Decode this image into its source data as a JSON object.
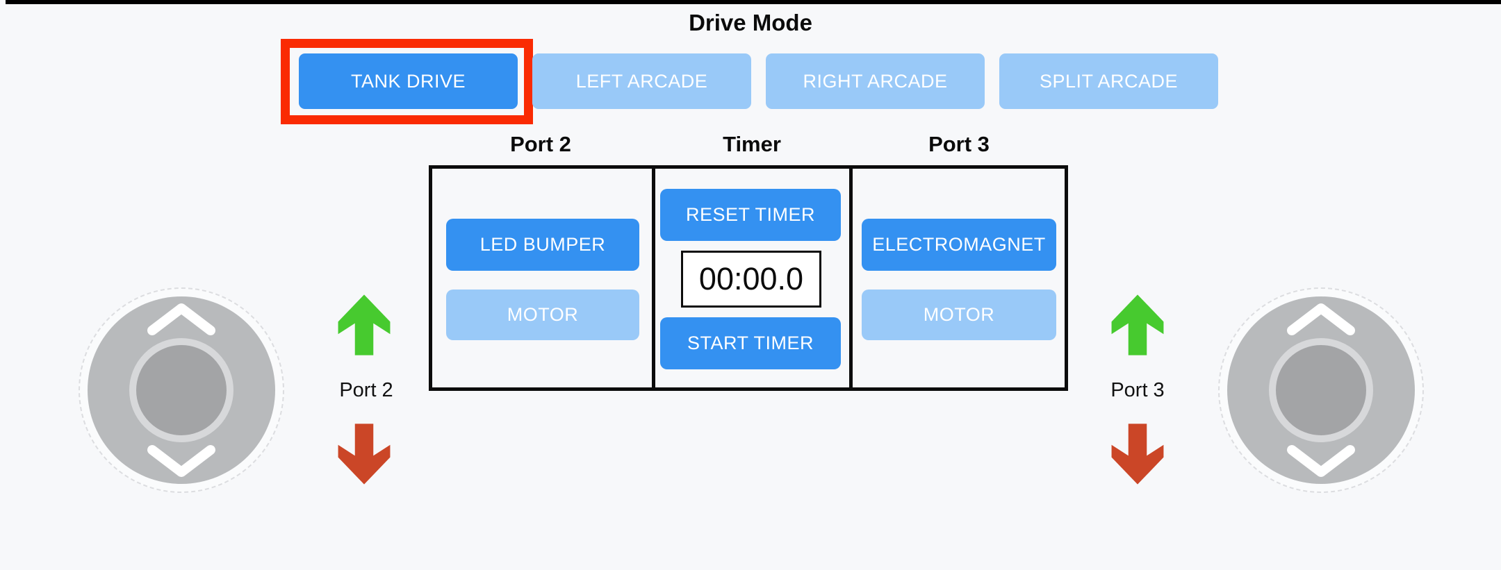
{
  "drive_mode": {
    "title": "Drive Mode",
    "buttons": [
      {
        "label": "TANK DRIVE",
        "active": true,
        "selected": true
      },
      {
        "label": "LEFT ARCADE",
        "active": false,
        "selected": false
      },
      {
        "label": "RIGHT ARCADE",
        "active": false,
        "selected": false
      },
      {
        "label": "SPLIT ARCADE",
        "active": false,
        "selected": false
      }
    ]
  },
  "panel": {
    "columns": [
      {
        "header": "Port 2",
        "buttons": [
          {
            "label": "LED BUMPER",
            "active": true
          },
          {
            "label": "MOTOR",
            "active": false
          }
        ]
      },
      {
        "header": "Timer",
        "timer": {
          "reset_label": "RESET TIMER",
          "display": "00:00.0",
          "start_label": "START TIMER"
        }
      },
      {
        "header": "Port 3",
        "buttons": [
          {
            "label": "ELECTROMAGNET",
            "active": true
          },
          {
            "label": "MOTOR",
            "active": false
          }
        ]
      }
    ]
  },
  "left_control": {
    "label": "Port 2",
    "up_icon": "green-up-arrow",
    "down_icon": "red-down-arrow",
    "joystick": "vertical-joystick"
  },
  "right_control": {
    "label": "Port 3",
    "up_icon": "green-up-arrow",
    "down_icon": "red-down-arrow",
    "joystick": "vertical-joystick"
  },
  "colors": {
    "bg": "#f7f8fa",
    "accent_blue": "#3491f1",
    "light_blue": "#99c9f8",
    "highlight_red": "#fa2b03",
    "arrow_green": "#47ca2f",
    "arrow_red": "#cb4627"
  }
}
